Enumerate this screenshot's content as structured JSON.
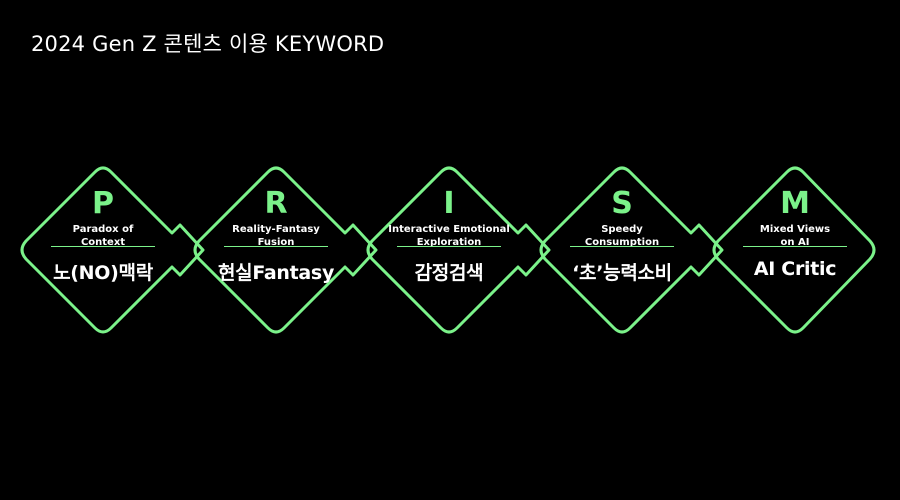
{
  "title": "2024 Gen Z 콘텐츠 이용 KEYWORD",
  "accent_color": "#7bf28a",
  "steps": [
    {
      "letter": "P",
      "sub_lines": [
        "Paradox of",
        "Context"
      ],
      "keyword": "노(NO)맥락"
    },
    {
      "letter": "R",
      "sub_lines": [
        "Reality-Fantasy",
        "Fusion"
      ],
      "keyword": "현실Fantasy"
    },
    {
      "letter": "I",
      "sub_lines": [
        "Interactive Emotional",
        "Exploration"
      ],
      "keyword": "감정검색"
    },
    {
      "letter": "S",
      "sub_lines": [
        "Speedy",
        "Consumption"
      ],
      "keyword": "‘초’능력소비"
    },
    {
      "letter": "M",
      "sub_lines": [
        "Mixed Views",
        "on AI"
      ],
      "keyword": "AI Critic"
    }
  ]
}
